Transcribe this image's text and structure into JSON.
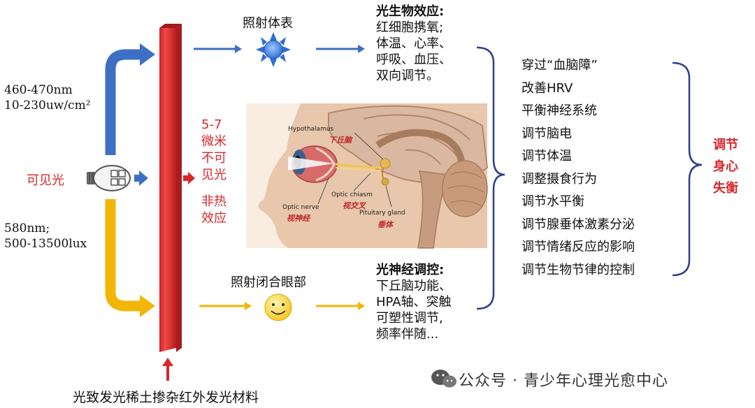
{
  "spectrum": {
    "blue_line1": "460-470nm",
    "blue_line2": "10-230uw/cm²",
    "visible_label": "可见光",
    "yellow_line1": "580nm;",
    "yellow_line2": "500-13500lux"
  },
  "infrared_text": [
    "5-7",
    "微米",
    "不可",
    "见光",
    "非热",
    "效应"
  ],
  "top_branch": {
    "label": "照射体表",
    "heading": "光生物效应:",
    "lines": [
      "红细胞携氧;",
      "体温、心率、",
      "呼吸、血压、",
      "双向调节。"
    ]
  },
  "bottom_branch": {
    "label": "照射闭合眼部",
    "heading": "光神经调控:",
    "lines": [
      "下丘脑功能、",
      "HPA轴、突触",
      "可塑性调节,",
      "频率伴随..."
    ]
  },
  "anatomy": {
    "hypothalamus_en": "Hypothalamus",
    "hypothalamus_cn": "下丘脑",
    "optic_chiasm_en": "Optic chiasm",
    "optic_chiasm_cn": "视交叉",
    "optic_nerve_en": "Optic nerve",
    "optic_nerve_cn": "视神经",
    "pituitary_en": "Pituitary gland",
    "pituitary_cn": "垂体"
  },
  "effects": [
    "穿过“血脑障”",
    "改善HRV",
    "平衡神经系统",
    "调节脑电",
    "调节体温",
    "调整摄食行为",
    "调节水平衡",
    "调节腺垂体激素分泌",
    "调节情绪反应的影响",
    "调节生物节律的控制"
  ],
  "conclusion": [
    "调节",
    "身心",
    "失衡"
  ],
  "material_label": "光致发光稀土掺杂红外发光材料",
  "watermark": "公众号 · 青少年心理光愈中心",
  "colors": {
    "blue": "#3d6fc4",
    "yellow": "#f2b705",
    "red_bar": "#e8393a",
    "red_text": "#d8272b",
    "brace": "#2e3f8f"
  }
}
